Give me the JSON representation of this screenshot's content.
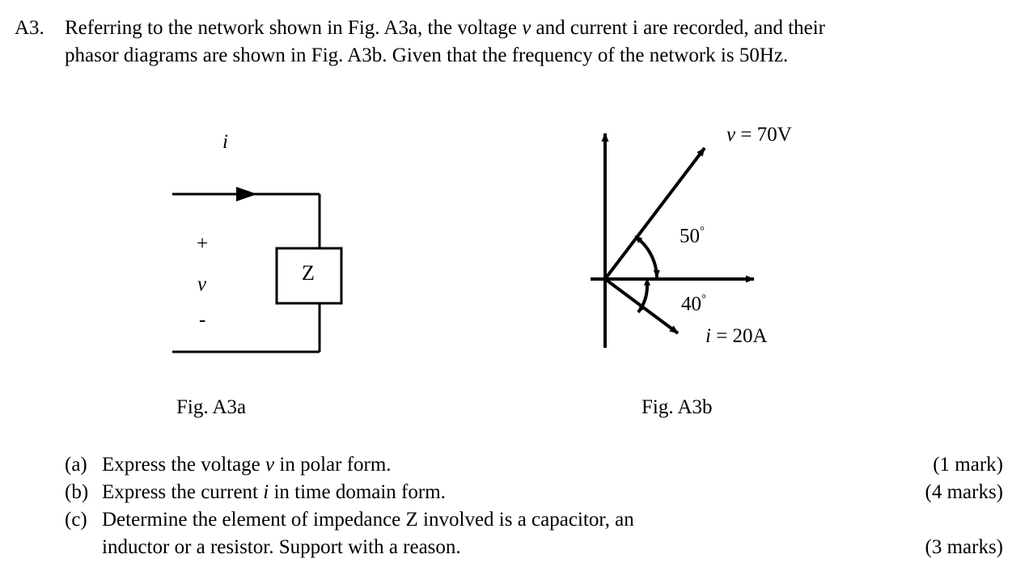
{
  "question": {
    "label": "A3.",
    "line1_pre": "Referring to the network shown in Fig. A3a, the voltage ",
    "line1_var_v": "v",
    "line1_mid": " and current i are",
    "line2": "recorded, and their phasor diagrams are shown in Fig. A3b. Given that the",
    "line3": "frequency of the network is 50Hz."
  },
  "figure_a": {
    "caption": "Fig. A3a",
    "current_label": "i",
    "polarity_plus": "+",
    "voltage_label": "v",
    "polarity_minus": "-",
    "impedance_label": "Z"
  },
  "figure_b": {
    "caption": "Fig. A3b",
    "voltage_phasor_label": "v = 70V",
    "voltage_var": "v",
    "voltage_value": "= 70V",
    "current_phasor_label": "i = 20A",
    "current_var": "i",
    "current_value": "= 20A",
    "angle_voltage": "50",
    "angle_current": "40",
    "degree_symbol": "°"
  },
  "parts": [
    {
      "tag": "(a)",
      "text_pre": "Express the voltage ",
      "text_var": "v",
      "text_post": " in polar form.",
      "marks": "(1 mark)"
    },
    {
      "tag": "(b)",
      "text_pre": "Express the current ",
      "text_var": "i",
      "text_post": " in time domain form.",
      "marks": "(4 marks)"
    },
    {
      "tag": "(c)",
      "text_pre": "Determine the element of impedance Z involved is a capacitor, an",
      "text_var": "",
      "text_post": "",
      "text_line2": "inductor or a resistor.  Support with a reason.",
      "marks": "(3 marks)"
    }
  ],
  "colors": {
    "ink": "#000000",
    "paper": "#ffffff"
  }
}
